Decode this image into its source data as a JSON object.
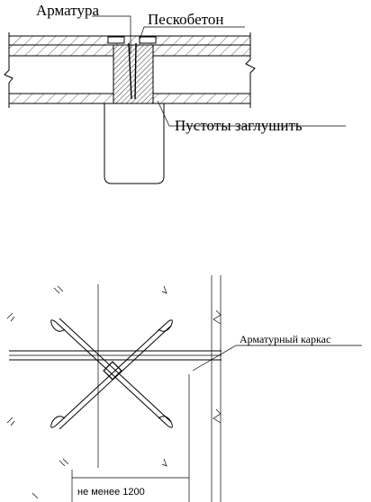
{
  "section": {
    "label_rebar": "Арматура",
    "label_sand_concrete": "Пескобетон",
    "label_plug_voids": "Пустоты заглушить"
  },
  "plan": {
    "label_rebar_cage": "Арматурный каркас",
    "label_min_dimension": "не менее 1200"
  }
}
